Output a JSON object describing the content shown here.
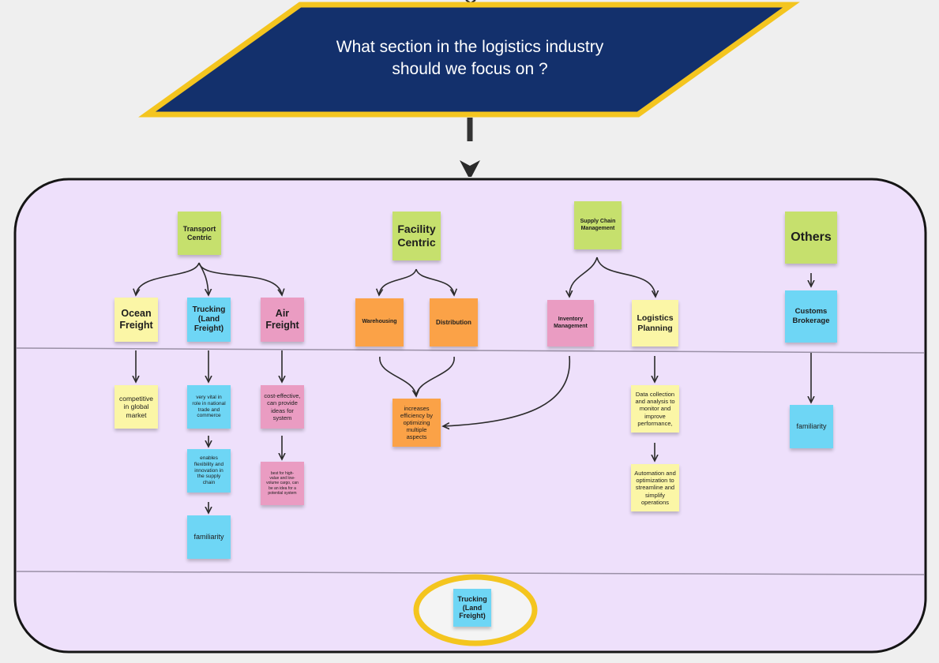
{
  "question": "What section in the logistics industry\nshould we focus on ?",
  "colors": {
    "board_fill": "#eee0fb",
    "question_fill": "#13306c",
    "question_border": "#f4c51f",
    "highlight_ring": "#f4c51f"
  },
  "categories": {
    "transport": "Transport\nCentric",
    "facility": "Facility\nCentric",
    "supply_chain": "Supply Chain\nManagement",
    "others": "Others"
  },
  "items": {
    "ocean_freight": "Ocean\nFreight",
    "trucking": "Trucking\n(Land\nFreight)",
    "air_freight": "Air\nFreight",
    "warehousing": "Warehousing",
    "distribution": "Distribution",
    "inventory": "Inventory\nManagement",
    "logistics_planning": "Logistics\nPlanning",
    "customs": "Customs\nBrokerage"
  },
  "details": {
    "ocean_1": "competitive\nin global\nmarket",
    "trucking_1": "very vital in\nrole in national\ntrade and\ncommerce",
    "trucking_2": "enables\nflexibility and\ninnovation in\nthe supply\nchain",
    "trucking_3": "familiarity",
    "air_1": "cost-effective,\ncan provide\nideas for\nsystem",
    "air_2": "best for high-\nvalue and low-\nvolume cargo, can\nbe an idea for a\npotential system",
    "facility_1": "increases\nefficiency by\noptimizing\nmultiple\naspects",
    "planning_1": "Data collection\nand analysis to\nmonitor and\nimprove\nperformance,",
    "planning_2": "Automation and\noptimization to\nstreamline and\nsimplify\noperations",
    "customs_1": "familiarity"
  },
  "decision": "Trucking\n(Land\nFreight)"
}
